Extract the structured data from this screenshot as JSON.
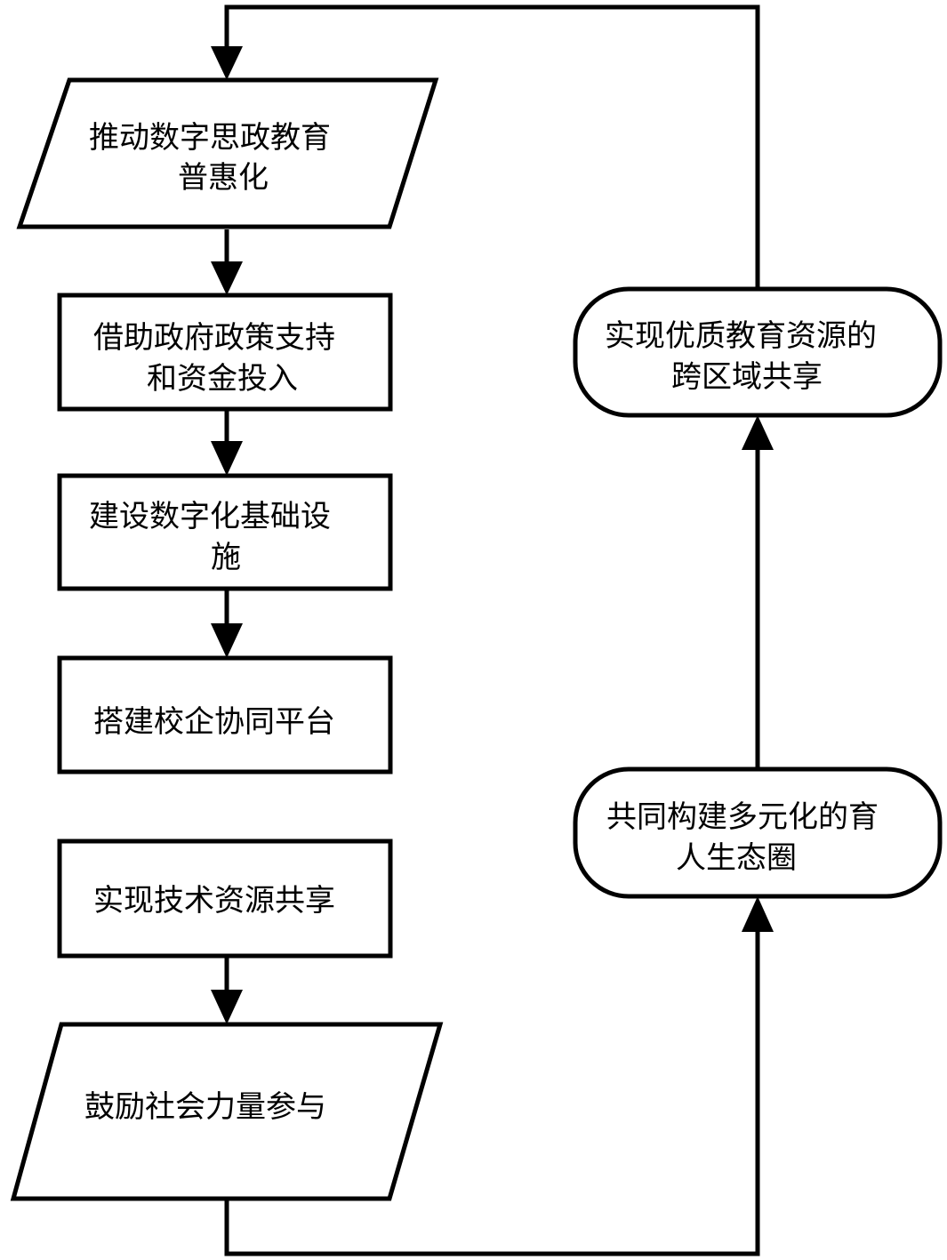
{
  "nodes": {
    "n1": {
      "lines": [
        "推动数字思政教育",
        "普惠化"
      ]
    },
    "n2": {
      "lines": [
        "借助政府政策支持",
        "和资金投入"
      ]
    },
    "n3": {
      "lines": [
        "建设数字化基础设",
        "施"
      ]
    },
    "n4": {
      "lines": [
        "搭建校企协同平台"
      ]
    },
    "n5": {
      "lines": [
        "实现技术资源共享"
      ]
    },
    "n6": {
      "lines": [
        "鼓励社会力量参与"
      ]
    },
    "n7": {
      "lines": [
        "共同构建多元化的育",
        "人生态圈"
      ]
    },
    "n8": {
      "lines": [
        "实现优质教育资源的",
        "跨区域共享"
      ]
    }
  }
}
